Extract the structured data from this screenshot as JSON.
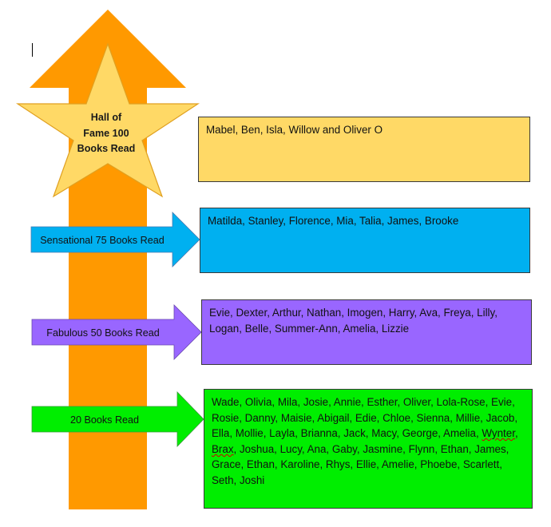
{
  "colors": {
    "column_orange": "#ff9900",
    "star_fill": "#ffd966",
    "star_stroke": "#e0a020",
    "tier_100": "#ffd966",
    "tier_75": "#00b0f0",
    "tier_50": "#9966ff",
    "tier_20": "#00ee00"
  },
  "icons": [
    "up-arrow-icon",
    "star-icon",
    "right-arrow-icon"
  ],
  "star": {
    "line1": "Hall of",
    "line2": "Fame 100",
    "line3": "Books Read"
  },
  "tiers": [
    {
      "label": "",
      "names": "Mabel, Ben, Isla, Willow and Oliver O"
    },
    {
      "label": "Sensational 75 Books Read",
      "names": "Matilda, Stanley, Florence, Mia, Talia, James, Brooke"
    },
    {
      "label": "Fabulous 50 Books Read",
      "names": "Evie, Dexter, Arthur, Nathan, Imogen, Harry, Ava, Freya, Lilly, Logan, Belle, Summer-Ann, Amelia, Lizzie"
    },
    {
      "label": "20 Books Read",
      "names_before": "Wade, Olivia, Mila, Josie, Annie, Esther, Oliver, Lola-Rose, Evie, Rosie, Danny, Maisie, Abigail, Edie, Chloe, Sienna, Millie, Jacob, Ella, Mollie, Layla, Brianna, Jack, Macy, George, Amelia, ",
      "names_wynter": "Wynter",
      "names_mid": ", ",
      "names_brax": "Brax",
      "names_after": ", Joshua, Lucy, Ana, Gaby, Jasmine, Flynn, Ethan, James, Grace, Ethan, Karoline, Rhys, Ellie, Amelie, Phoebe, Scarlett, Seth, Joshi"
    }
  ]
}
